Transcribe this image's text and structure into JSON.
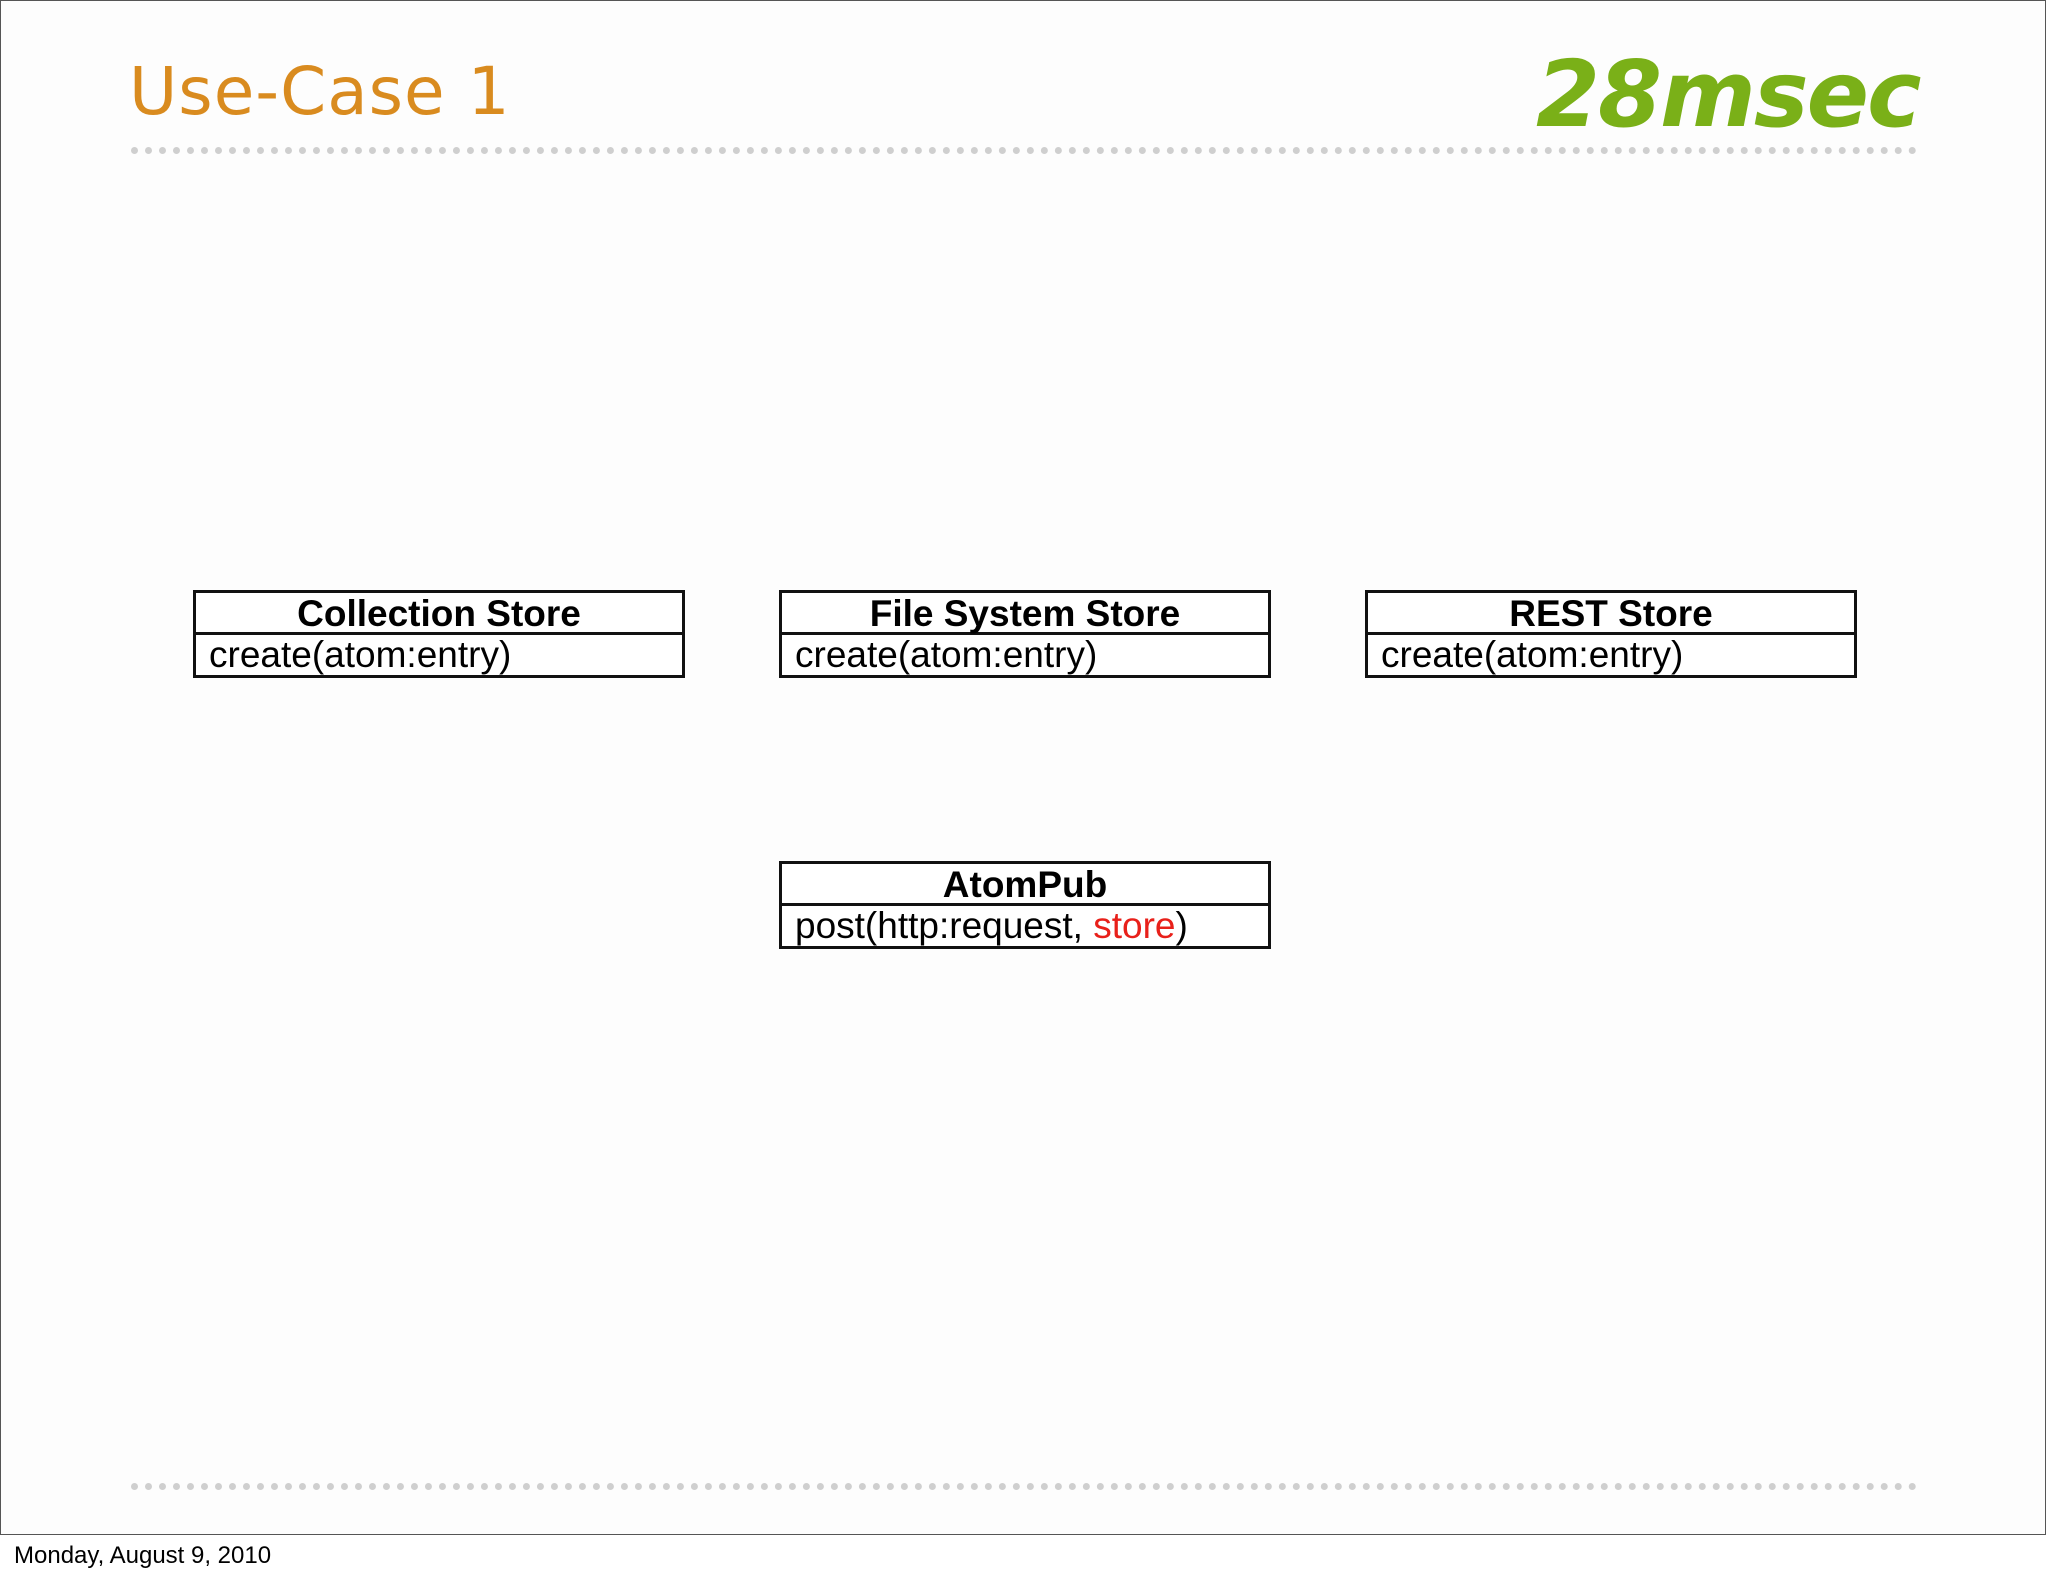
{
  "slide": {
    "title": "Use-Case 1",
    "logo_text": "28msec"
  },
  "boxes": {
    "collection": {
      "name": "Collection Store",
      "operation": "create(atom:entry)"
    },
    "filesystem": {
      "name": "File System Store",
      "operation": "create(atom:entry)"
    },
    "rest": {
      "name": "REST Store",
      "operation": "create(atom:entry)"
    },
    "atompub": {
      "name": "AtomPub",
      "operation_prefix": "post(http:request, ",
      "operation_highlight": "store",
      "operation_suffix": ")"
    }
  },
  "footer": {
    "date": "Monday, August 9, 2010"
  },
  "colors": {
    "title": "#d98b1f",
    "logo": "#7ab018",
    "highlight": "#e8201a",
    "rule": "#cfcfcf"
  }
}
